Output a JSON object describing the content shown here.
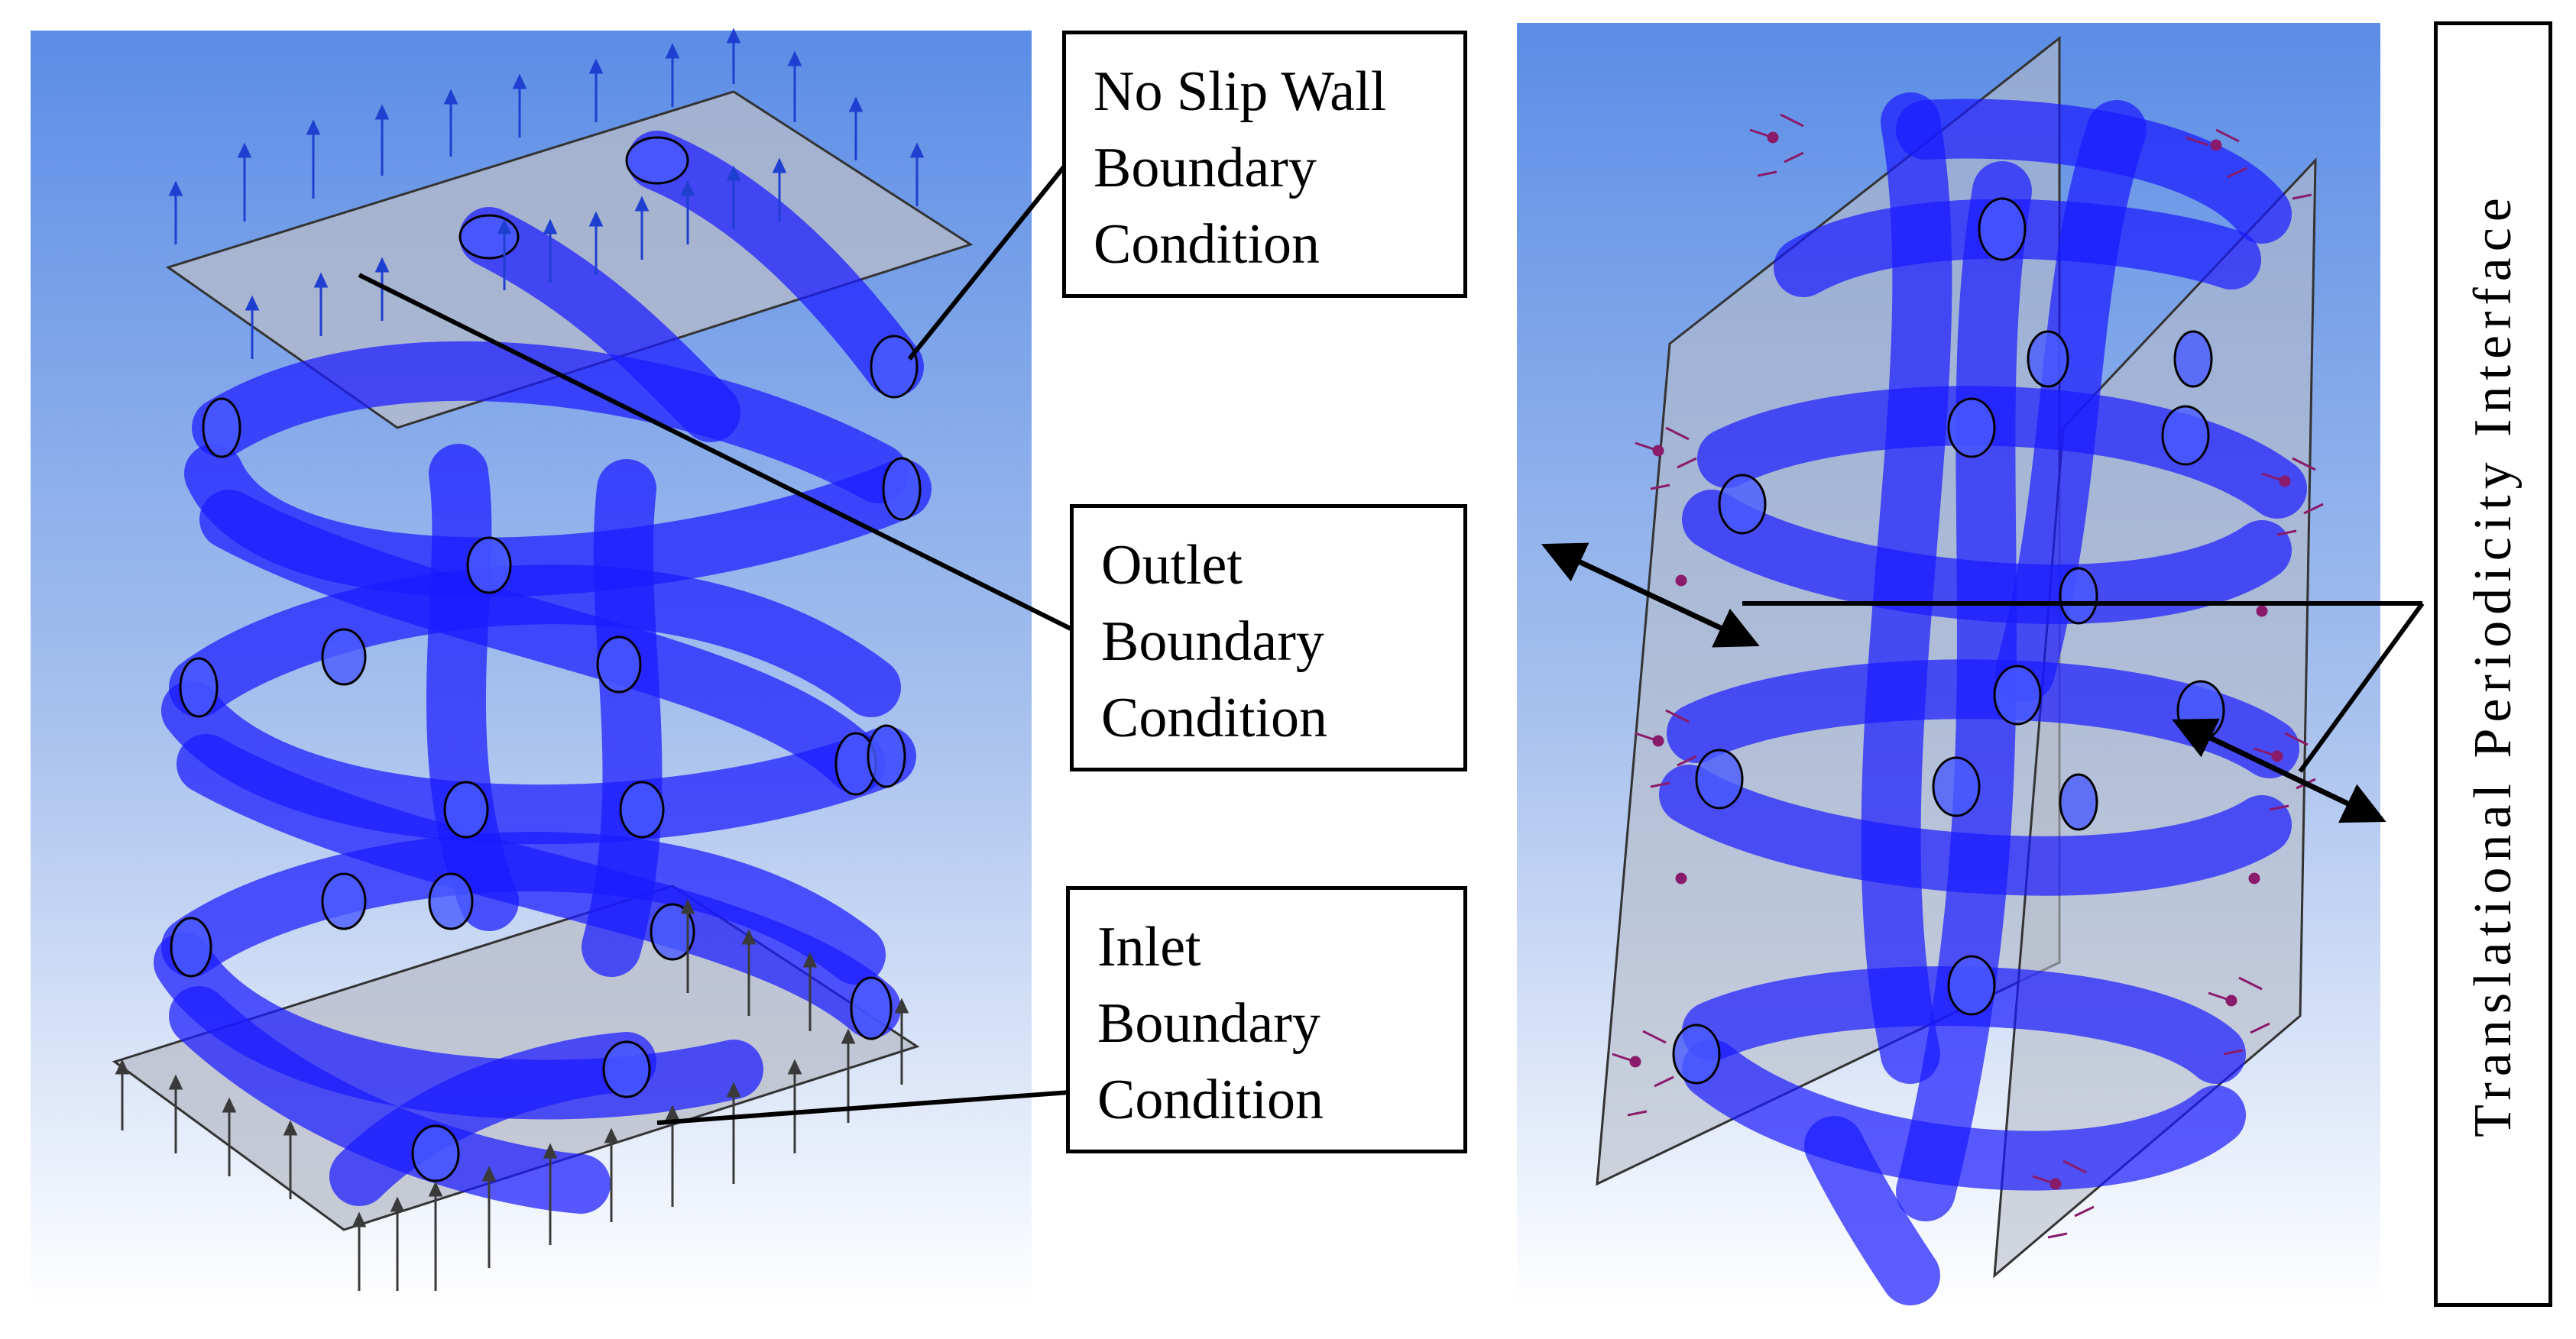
{
  "labels": {
    "no_slip_wall": [
      "No Slip Wall",
      "Boundary",
      "Condition"
    ],
    "outlet": [
      "Outlet",
      "Boundary",
      "Condition"
    ],
    "inlet": [
      "Inlet",
      "Boundary",
      "Condition"
    ],
    "periodicity": "Translational Periodicity Interface"
  },
  "colors": {
    "background_top": "#5b8de6",
    "background_bottom": "#ffffff",
    "tube": "#1a1aff",
    "plane": "#b8bcc8",
    "outlet_arrows": "#1f3fd0",
    "inlet_arrows": "#3a3a3a",
    "periodic_arrows": "#8a1a6a"
  }
}
